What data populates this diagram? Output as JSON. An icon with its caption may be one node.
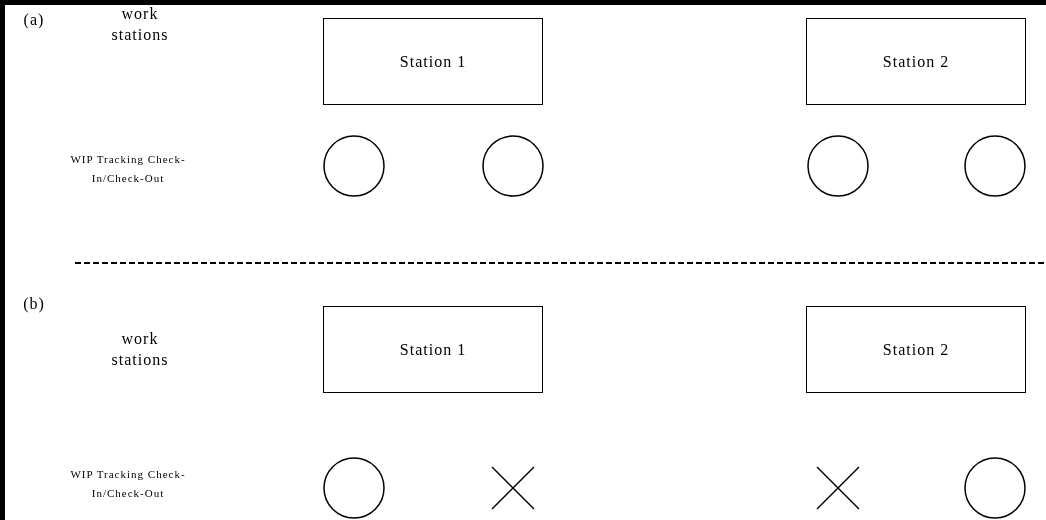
{
  "diagram": {
    "nodes": [
      {
        "text": [
          "Station 1"
        ]
      },
      {
        "text": [
          "Station 2"
        ]
      },
      {
        "text": [],
        "shape": "circle"
      },
      {
        "text": [],
        "shape": "circle"
      },
      {
        "text": [],
        "shape": "circle"
      },
      {
        "text": [],
        "shape": "circle"
      },
      {
        "text": [
          "Station 1"
        ]
      },
      {
        "text": [
          "Station 2"
        ]
      },
      {
        "text": [],
        "shape": "circle"
      },
      {
        "text": [],
        "shape": "cross"
      },
      {
        "text": [],
        "shape": "cross"
      },
      {
        "text": [],
        "shape": "circle"
      }
    ],
    "edges": [],
    "labels": [
      "(a)",
      "work stations",
      "WIP Tracking Check-In/Check-Out",
      "(b)",
      "work stations",
      "WIP Tracking Check-In/Check-Out"
    ]
  }
}
